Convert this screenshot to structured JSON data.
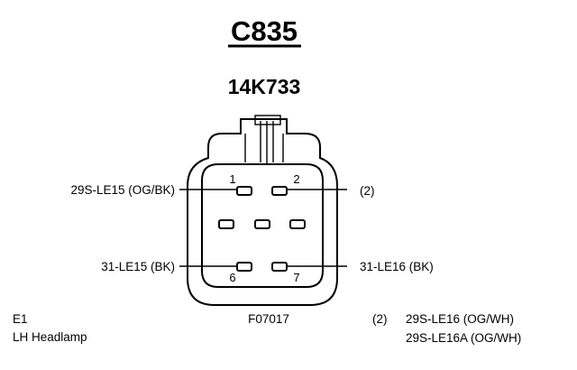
{
  "header": {
    "connector_id": "C835",
    "part_number": "14K733"
  },
  "wires": {
    "left_top": "29S-LE15 (OG/BK)",
    "left_bottom": "31-LE15 (BK)",
    "right_top": "(2)",
    "right_bottom": "31-LE16 (BK)"
  },
  "pins": {
    "p1": "1",
    "p2": "2",
    "p6": "6",
    "p7": "7"
  },
  "footer": {
    "location_code": "E1",
    "location_name": "LH Headlamp",
    "figure_id": "F07017",
    "note_ref": "(2)",
    "note_line1": "29S-LE16 (OG/WH)",
    "note_line2": "29S-LE16A (OG/WH)"
  }
}
